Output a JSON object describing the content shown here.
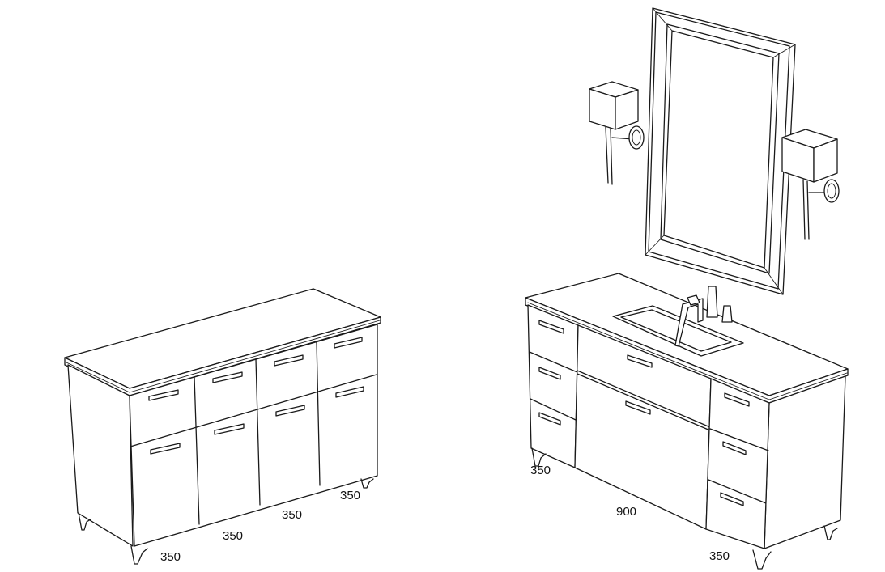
{
  "dimensions": {
    "left_cabinet": [
      "350",
      "350",
      "350",
      "350"
    ],
    "right_vanity": {
      "left_column": "350",
      "center": "900",
      "right_column": "350"
    }
  },
  "colors": {
    "line": "#1a1a1a",
    "background": "#ffffff"
  }
}
